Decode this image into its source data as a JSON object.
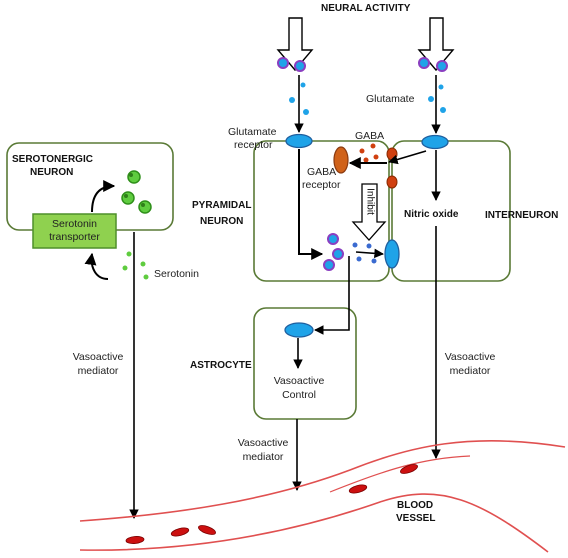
{
  "labels": {
    "neural_activity": "NEURAL ACTIVITY",
    "serotonergic_line1": "SEROTONERGIC",
    "serotonergic_line2": "NEURON",
    "serotonin_transporter_line1": "Serotonin",
    "serotonin_transporter_line2": "transporter",
    "serotonin": "Serotonin",
    "glutamate": "Glutamate",
    "glutamate_receptor_line1": "Glutamate",
    "glutamate_receptor_line2": "receptor",
    "gaba": "GABA",
    "gaba_receptor_line1": "GABA",
    "gaba_receptor_line2": "receptor",
    "inhibit": "Inhibit",
    "pyramidal_line1": "PYRAMIDAL",
    "pyramidal_line2": "NEURON",
    "nitric_oxide": "Nitric oxide",
    "interneuron": "INTERNEURON",
    "astrocyte": "ASTROCYTE",
    "vasoactive_control_line1": "Vasoactive",
    "vasoactive_control_line2": "Control",
    "vasoactive_mediator_left_line1": "Vasoactive",
    "vasoactive_mediator_left_line2": "mediator",
    "vasoactive_mediator_mid_line1": "Vasoactive",
    "vasoactive_mediator_mid_line2": "mediator",
    "vasoactive_mediator_right_line1": "Vasoactive",
    "vasoactive_mediator_right_line2": "mediator",
    "blood_vessel_line1": "BLOOD",
    "blood_vessel_line2": "VESSEL"
  },
  "colors": {
    "cell_border": "#5a7a36",
    "transporter_fill": "#8fd14f",
    "transporter_border": "#4f8f2a",
    "receptor_blue": "#1fa3e8",
    "receptor_border": "#1f5f9f",
    "gaba_dot": "#d04010",
    "gaba_receptor": "#d0621a",
    "vesicle_purple": "#8a3fc0",
    "serotonin_green": "#5fcc3f",
    "vessel_line": "#e05050",
    "rbc": "#cc1010"
  },
  "icons": [
    "hollow-arrow-icon",
    "vesicle-icon",
    "receptor-icon",
    "red-blood-cell-icon"
  ]
}
